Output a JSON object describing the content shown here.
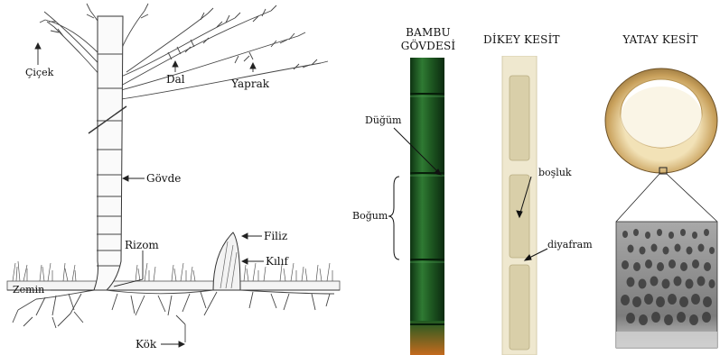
{
  "left_panel": {
    "labels": {
      "flower": "Çiçek",
      "branch": "Dal",
      "leaf": "Yaprak",
      "stem": "Gövde",
      "shoot": "Filiz",
      "sheath": "Kılıf",
      "rhizome": "Rizom",
      "ground": "Zemin",
      "root": "Kök"
    }
  },
  "middle_panel": {
    "headings": {
      "culm_line1": "BAMBU",
      "culm_line2": "GÖVDESİ",
      "vertical_section": "DİKEY KESİT"
    },
    "labels": {
      "node": "Düğüm",
      "internode": "Boğum",
      "cavity": "boşluk",
      "diaphragm": "diyafram"
    }
  },
  "right_panel": {
    "heading": "YATAY KESİT"
  },
  "colors": {
    "culm_green": "#1f5a22",
    "culm_dark": "#0e3312",
    "section_cream": "#efe8cf",
    "ring_tan": "#c9a15c",
    "micro_grey": "#7c7c7c"
  }
}
